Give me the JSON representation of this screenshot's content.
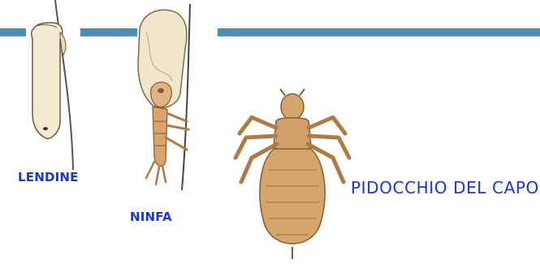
{
  "labels": {
    "egg": "LENDINE",
    "nymph": "NINFA",
    "adult": "PIDOCCHIO DEL CAPO"
  },
  "colors": {
    "bar": "#4f8db0",
    "label": "#1a35d8",
    "egg_fill": "#f4ead2",
    "louse_fill": "#d6a56b",
    "louse_line": "#8a5a2b"
  }
}
